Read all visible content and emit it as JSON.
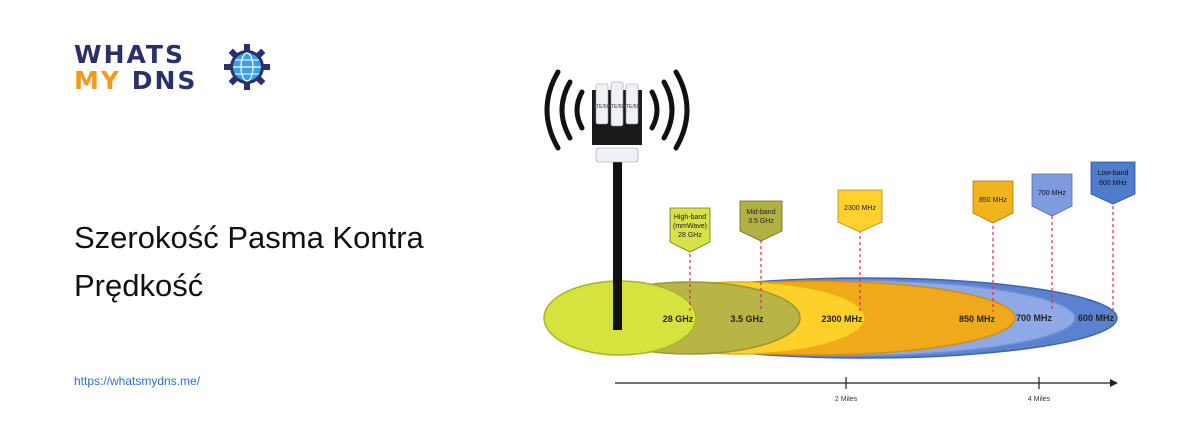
{
  "logo": {
    "line1": "WHATS",
    "line2_accent": "MY",
    "line2": "DNS"
  },
  "title": "Szerokość Pasma Kontra Prędkość",
  "url": "https://whatsmydns.me/",
  "diagram": {
    "tower_labels": [
      "LTE/5G",
      "LTE/5G",
      "LTE/5G"
    ],
    "band_bubbles": [
      {
        "label": "High-band (mmWave) 28 GHz",
        "lines": [
          "High-band",
          "(mmWave)",
          "28 GHz"
        ],
        "color": "#d8e04a"
      },
      {
        "label": "Mid-band 3.5 GHz",
        "lines": [
          "Mid-band",
          "3.5 GHz"
        ],
        "color": "#b1b143"
      },
      {
        "label": "2300 MHz",
        "lines": [
          "2300 MHz"
        ],
        "color": "#ffd12e"
      },
      {
        "label": "850 MHz",
        "lines": [
          "850 MHz"
        ],
        "color": "#f2b31c"
      },
      {
        "label": "700 MHz",
        "lines": [
          "700 MHz"
        ],
        "color": "#7e9be0"
      },
      {
        "label": "Low-band 600 MHz",
        "lines": [
          "Low-band",
          "600 MHz"
        ],
        "color": "#4f7ccc"
      }
    ],
    "ellipse_labels": [
      "28 GHz",
      "3.5 GHz",
      "2300 MHz",
      "850 MHz",
      "700 MHz",
      "600 MHz"
    ],
    "ellipse_colors": [
      "#d6e33e",
      "#b8b546",
      "#ffd02a",
      "#f0a91a",
      "#8fa8e6",
      "#5a82cf"
    ],
    "axis_labels": [
      "2 Miles",
      "4 Miles"
    ]
  }
}
